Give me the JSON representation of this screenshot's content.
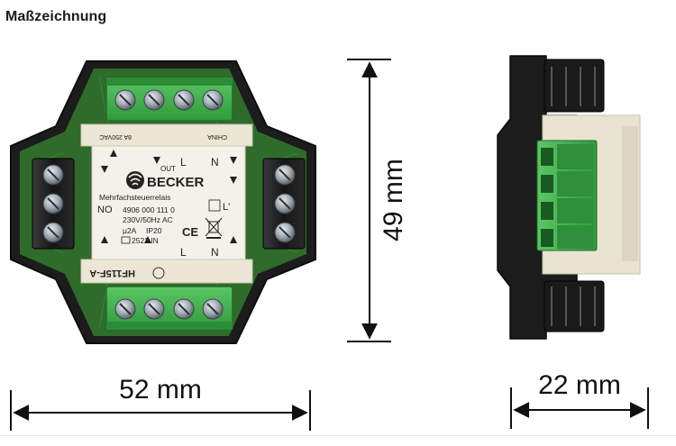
{
  "heading": "Maßzeichnung",
  "dimensions": {
    "width": "52 mm",
    "height": "49 mm",
    "depth": "22 mm"
  },
  "device": {
    "brand": "BECKER",
    "product_name": "Mehrfachsteuerrelais",
    "article_number": "4906 000 111 0",
    "supply": "230V/50Hz AC",
    "current": "μ2A",
    "protection": "IP20",
    "timer": "2521 IN",
    "relay_model": "HF115F-A",
    "relay_rating": "8A 250VAC",
    "origin": "CHINA",
    "out_label": "OUT",
    "terminal_l": "L",
    "terminal_n": "N",
    "terminal_l_prime": "L'",
    "no_label": "NO",
    "ce_mark": "CE"
  },
  "colors": {
    "housing": "#1c1c1c",
    "pcb_green": "#2f6b2a",
    "terminal_green": "#3fae49",
    "label_beige": "#e9e3d2",
    "screw_grey": "#9aa3ab"
  }
}
